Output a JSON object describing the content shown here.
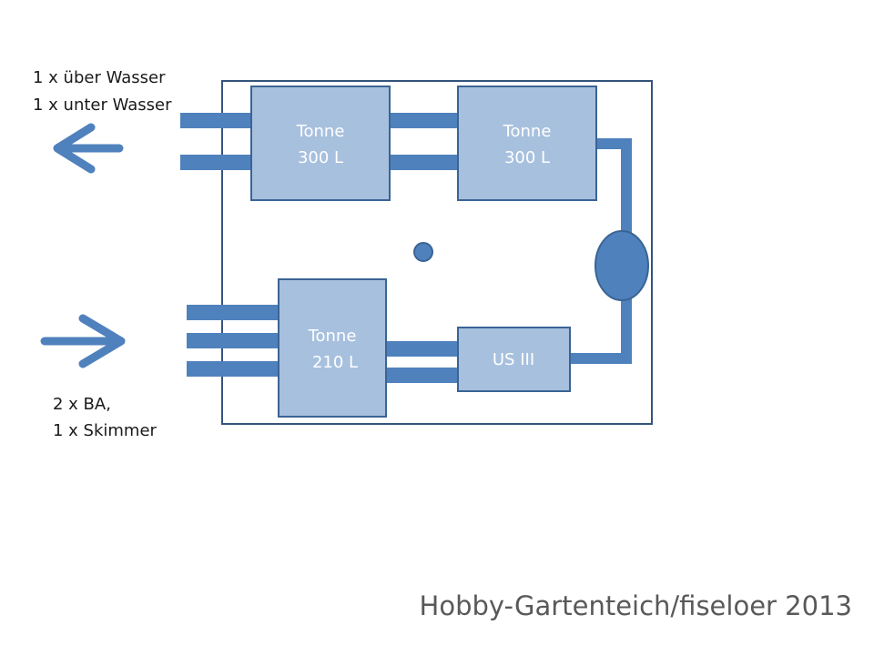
{
  "colors": {
    "pipe": "#4f81bd",
    "tank_fill": "#a7c0de",
    "tank_stroke": "#3a6494",
    "frame": "#34547c"
  },
  "outflow_label": {
    "line1": "1 x über Wasser",
    "line2": "1 x unter Wasser"
  },
  "inflow_label": {
    "line1": "2 x BA,",
    "line2": "1 x Skimmer"
  },
  "tanks": [
    {
      "line1": "Tonne",
      "line2": "300 L"
    },
    {
      "line1": "Tonne",
      "line2": "300 L"
    },
    {
      "line1": "Tonne",
      "line2": "210 L"
    }
  ],
  "filter": {
    "label": "US III"
  },
  "icons": {
    "outflow": "arrow-left-icon",
    "inflow": "arrow-right-icon",
    "pump": "pump-icon",
    "point": "dot-icon"
  },
  "credit": "Hobby-Gartenteich/fiseloer 2013"
}
